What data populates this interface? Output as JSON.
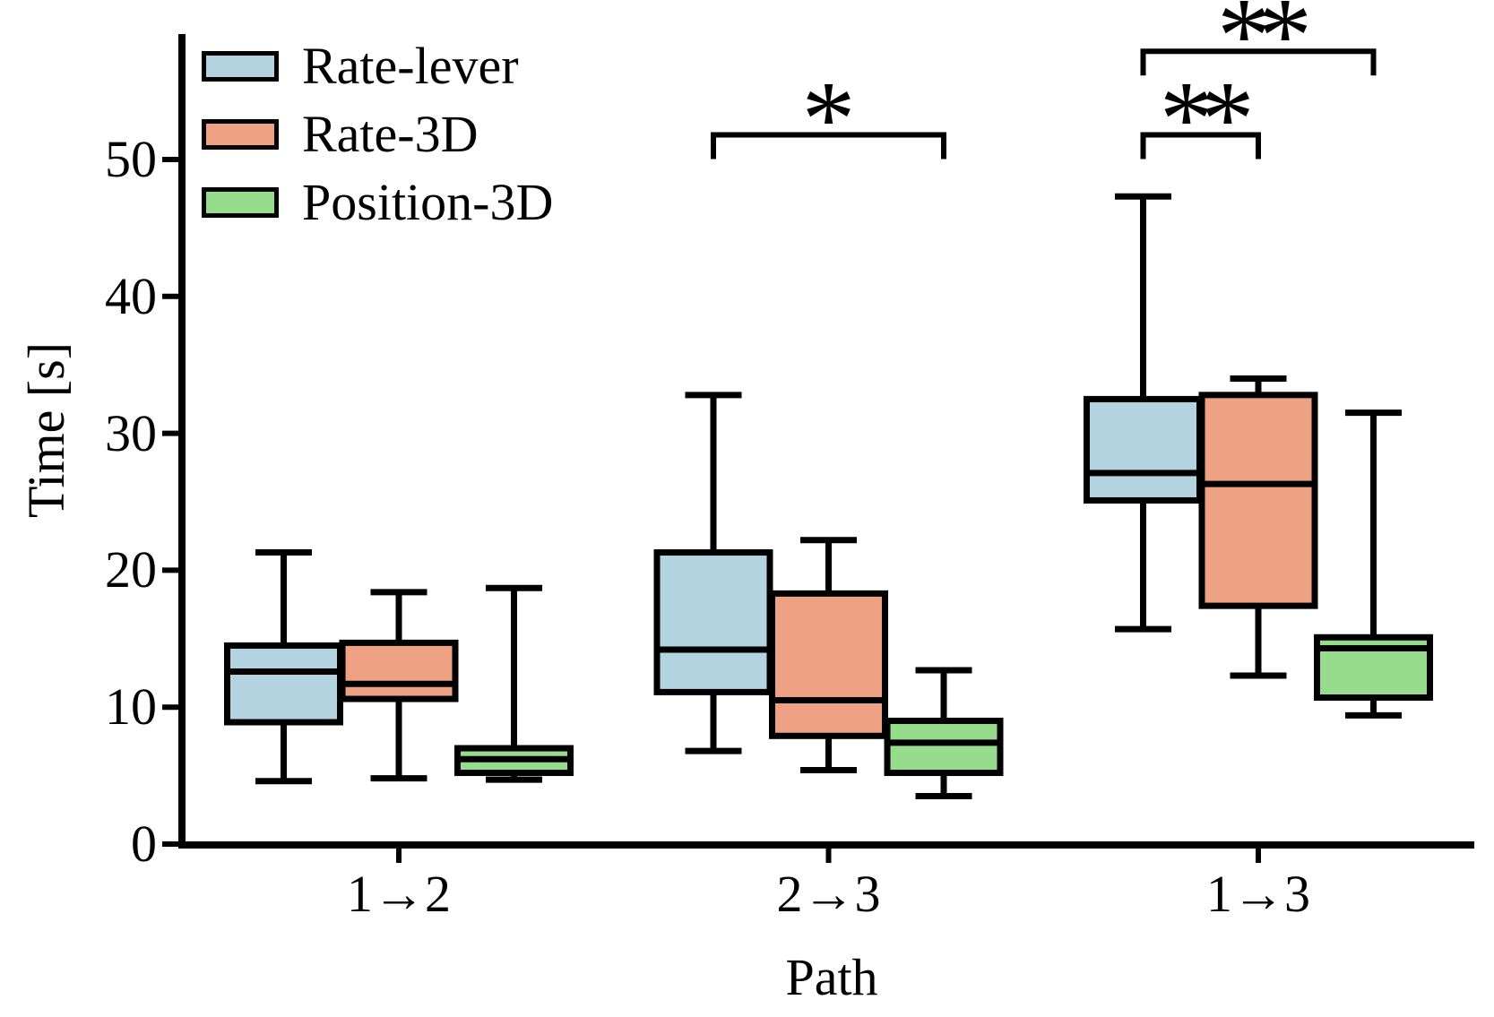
{
  "figure": {
    "background": "#ffffff"
  },
  "chart_data": {
    "type": "boxplot",
    "title": "",
    "xlabel": "Path",
    "ylabel": "Time [s]",
    "categories": [
      "1→2",
      "2→3",
      "1→3"
    ],
    "yticks": [
      0,
      10,
      20,
      30,
      40,
      50
    ],
    "ylim": [
      0,
      58.5
    ],
    "grid": false,
    "legend_position": "upper left",
    "box_edge_color": "#000000",
    "series": [
      {
        "name": "Rate-lever",
        "color": "#b3d3e0",
        "boxes": [
          {
            "category": "1→2",
            "whisker_low": 4.6,
            "q1": 8.9,
            "median": 12.6,
            "q3": 14.5,
            "whisker_high": 21.3
          },
          {
            "category": "2→3",
            "whisker_low": 6.8,
            "q1": 11.1,
            "median": 14.2,
            "q3": 21.3,
            "whisker_high": 32.8
          },
          {
            "category": "1→3",
            "whisker_low": 15.7,
            "q1": 25.1,
            "median": 27.1,
            "q3": 32.5,
            "whisker_high": 47.3
          }
        ]
      },
      {
        "name": "Rate-3D",
        "color": "#efa183",
        "boxes": [
          {
            "category": "1→2",
            "whisker_low": 4.8,
            "q1": 10.6,
            "median": 11.7,
            "q3": 14.7,
            "whisker_high": 18.4
          },
          {
            "category": "2→3",
            "whisker_low": 5.4,
            "q1": 7.9,
            "median": 10.5,
            "q3": 18.3,
            "whisker_high": 22.2
          },
          {
            "category": "1→3",
            "whisker_low": 12.3,
            "q1": 17.4,
            "median": 26.3,
            "q3": 32.8,
            "whisker_high": 34.0
          }
        ]
      },
      {
        "name": "Position-3D",
        "color": "#97dc8c",
        "boxes": [
          {
            "category": "1→2",
            "whisker_low": 4.7,
            "q1": 5.2,
            "median": 6.2,
            "q3": 7.0,
            "whisker_high": 18.7
          },
          {
            "category": "2→3",
            "whisker_low": 3.5,
            "q1": 5.2,
            "median": 7.4,
            "q3": 9.0,
            "whisker_high": 12.7
          },
          {
            "category": "1→3",
            "whisker_low": 9.4,
            "q1": 10.7,
            "median": 14.3,
            "q3": 15.1,
            "whisker_high": 31.5
          }
        ]
      }
    ],
    "annotations": [
      {
        "label": "*",
        "category": "2→3",
        "between": [
          "Rate-lever",
          "Position-3D"
        ],
        "y": 51.8
      },
      {
        "label": "**",
        "category": "1→3",
        "between": [
          "Rate-lever",
          "Rate-3D"
        ],
        "y": 51.8
      },
      {
        "label": "**",
        "category": "1→3",
        "between": [
          "Rate-lever",
          "Position-3D"
        ],
        "y": 57.9
      }
    ]
  }
}
